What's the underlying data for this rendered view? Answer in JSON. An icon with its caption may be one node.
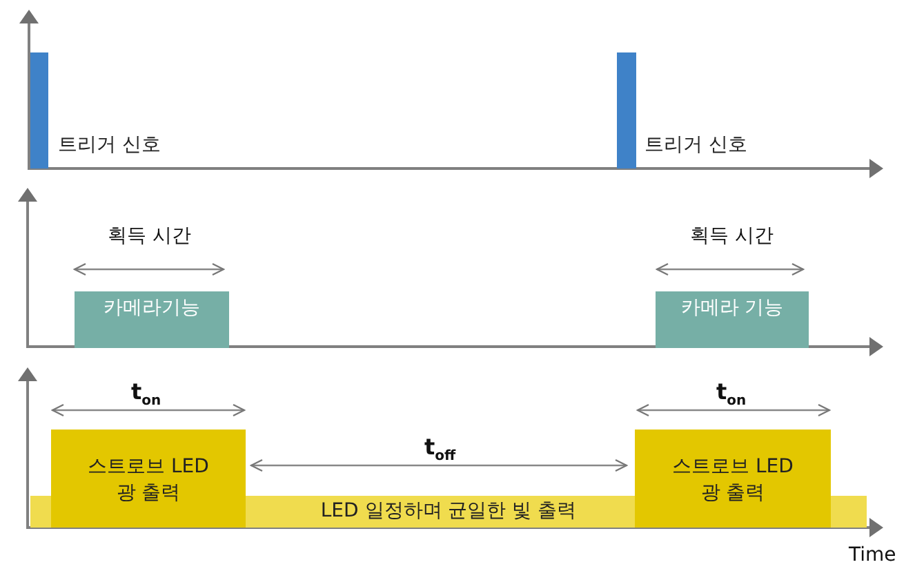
{
  "diagram": {
    "nodes": [
      {
        "text": [],
        "shape": "bar",
        "beside": [
          "트리거 신호"
        ]
      },
      {
        "text": [],
        "shape": "bar",
        "beside": [
          "트리거 신호"
        ]
      },
      {
        "text": [
          "카메라기능"
        ]
      },
      {
        "text": [
          "카메라 기능"
        ]
      },
      {
        "text": [
          "LED 일정하며 균일한 빛 출력"
        ]
      },
      {
        "text": [
          "스트로브 LED 광 출력"
        ]
      },
      {
        "text": [
          "스트로브 LED 광 출력"
        ]
      }
    ],
    "edges": [
      {
        "from": 5,
        "to": 6,
        "arrow": "both",
        "label": "t$_{off}$"
      }
    ],
    "labels": [
      "획득 시간",
      "획득 시간",
      "t$_{on}$",
      "t$_{on}$",
      "Time"
    ]
  }
}
